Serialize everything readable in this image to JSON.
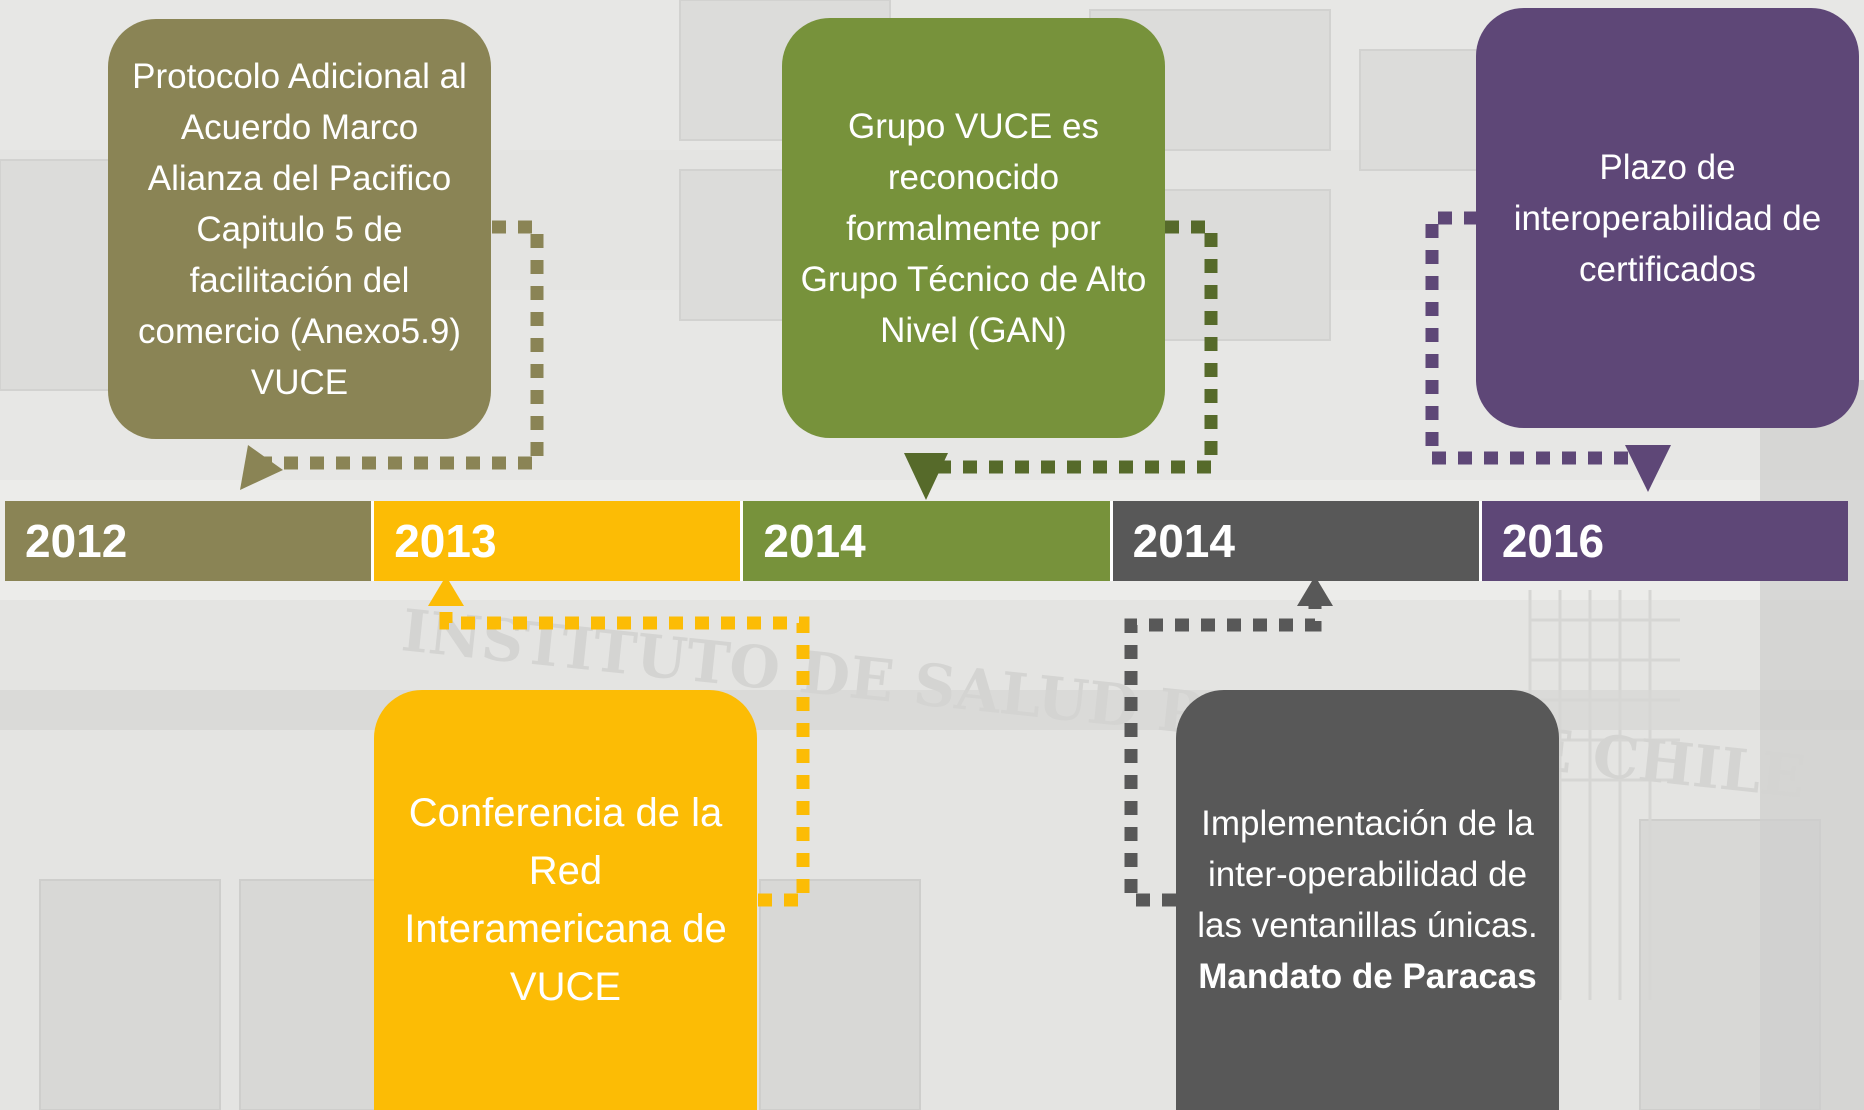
{
  "colors": {
    "olive": "#8a8455",
    "yellow": "#fcbc05",
    "green": "#77923b",
    "gray": "#585858",
    "purple": "#5e4777",
    "dark_olive": "#6f693f",
    "dark_green": "#566a2a"
  },
  "background": {
    "watermark": "INSTITUTO DE SALUD PUBLICA DE CHILE"
  },
  "timeline": {
    "segments": [
      {
        "label": "2012",
        "color": "#8a8455"
      },
      {
        "label": "2013",
        "color": "#fcbc05"
      },
      {
        "label": "2014",
        "color": "#77923b"
      },
      {
        "label": "2014",
        "color": "#585858"
      },
      {
        "label": "2016",
        "color": "#5e4777"
      }
    ]
  },
  "events": {
    "protocolo": {
      "text": "Protocolo Adicional al Acuerdo Marco Alianza del Pacifico Capitulo 5 de facilitación del comercio (Anexo5.9) VUCE"
    },
    "conferencia": {
      "text": "Conferencia de la Red Interamericana de VUCE"
    },
    "grupo": {
      "text": "Grupo VUCE es reconocido formalmente por Grupo Técnico de Alto Nivel (GAN)"
    },
    "implementacion": {
      "text": "Implementación de la inter-operabilidad de las ventanillas únicas.",
      "bold": "Mandato de Paracas"
    },
    "plazo": {
      "text": "Plazo de interoperabilidad de certificados"
    }
  }
}
